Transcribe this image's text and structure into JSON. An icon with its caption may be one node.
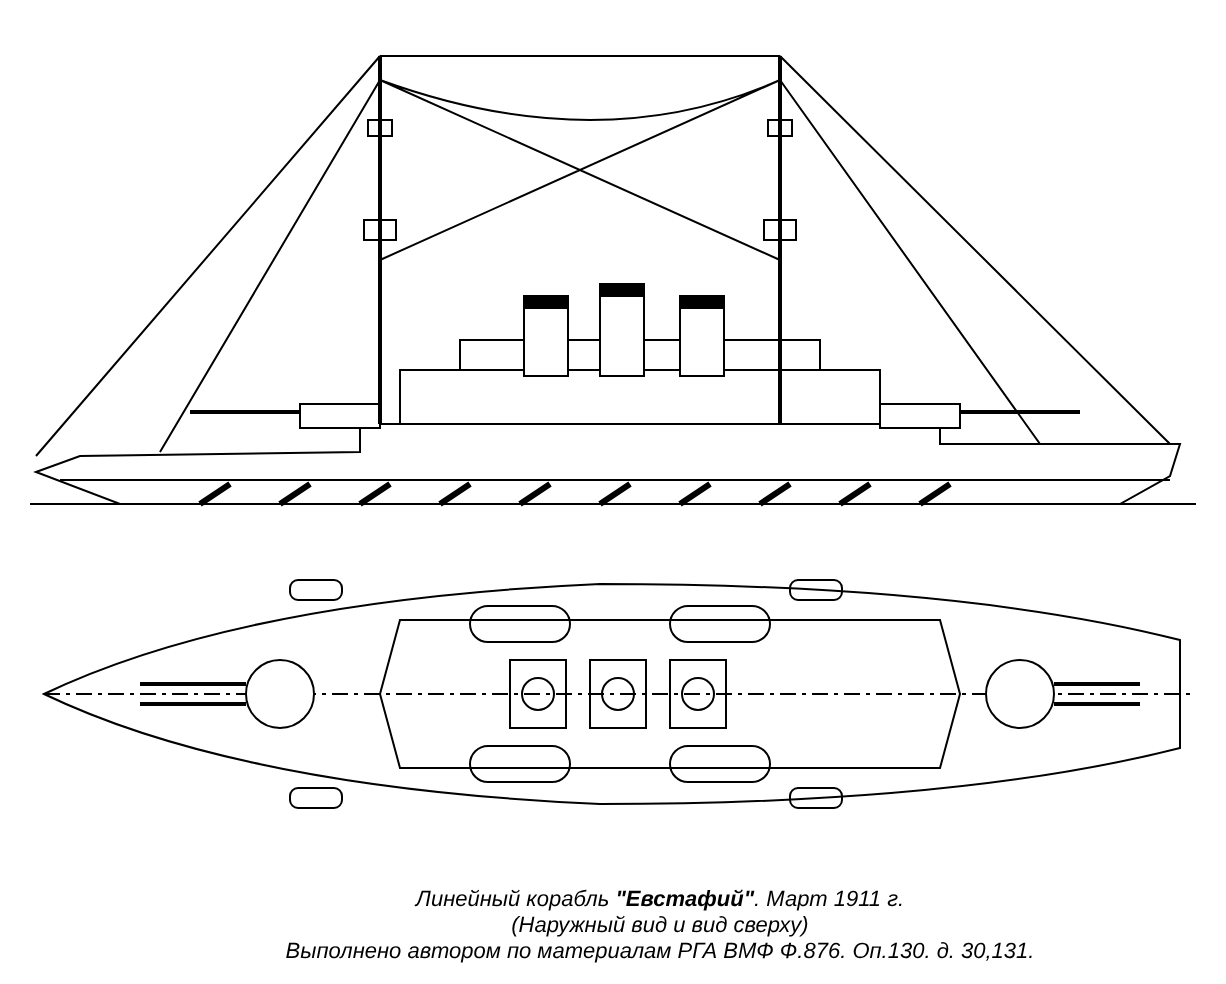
{
  "diagram": {
    "caption": "Линейный корабль **\"Евстафий\"**. Март 1911 г.",
    "labels": [
      "(Наружный вид и вид сверху)",
      "Выполнено автором по материалам РГА ВМФ Ф.876. Оп.130. д. 30,131."
    ]
  }
}
